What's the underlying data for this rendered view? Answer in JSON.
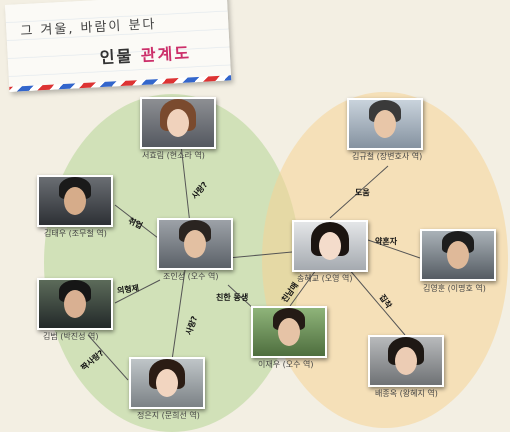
{
  "title": {
    "line1": "그 겨울, 바람이 분다",
    "line2_prefix": "인물 ",
    "line2_highlight": "관계도"
  },
  "colors": {
    "green_group": "#b5d696",
    "orange_group": "#f5d496",
    "line": "#555555"
  },
  "characters": [
    {
      "id": "seo",
      "name": "서효림 (현소라 역)",
      "photo_icon": "woman-portrait"
    },
    {
      "id": "kimtaewoo",
      "name": "김태우 (조무철 역)",
      "photo_icon": "man-portrait"
    },
    {
      "id": "jo",
      "name": "조인성 (오수 역)",
      "photo_icon": "man-portrait"
    },
    {
      "id": "kimbeom",
      "name": "김범 (박진성 역)",
      "photo_icon": "man-portrait"
    },
    {
      "id": "jung",
      "name": "정은지 (문희선 역)",
      "photo_icon": "woman-portrait"
    },
    {
      "id": "kimgyu",
      "name": "김규철 (장변호사 역)",
      "photo_icon": "man-glasses-portrait"
    },
    {
      "id": "song",
      "name": "송혜교 (오영 역)",
      "photo_icon": "woman-portrait"
    },
    {
      "id": "kimyoung",
      "name": "김영훈 (이명호 역)",
      "photo_icon": "man-glasses-portrait"
    },
    {
      "id": "lee",
      "name": "이재우 (오수 역)",
      "photo_icon": "man-portrait"
    },
    {
      "id": "bae",
      "name": "배종옥 (왕혜지 역)",
      "photo_icon": "woman-portrait"
    }
  ],
  "relations": [
    {
      "id": "seo-jo",
      "label": "사랑?"
    },
    {
      "id": "kimtaewoo-jo",
      "label": "취업"
    },
    {
      "id": "kimbeom-jo",
      "label": "의형제"
    },
    {
      "id": "jo-jung",
      "label": "사랑?"
    },
    {
      "id": "kimbeom-jung",
      "label": "짝사랑?"
    },
    {
      "id": "jo-song",
      "label": "친한 동생"
    },
    {
      "id": "lee-song",
      "label": "친남매"
    },
    {
      "id": "kimgyu-song",
      "label": "도움"
    },
    {
      "id": "song-kimyoung",
      "label": "약혼자"
    },
    {
      "id": "song-bae",
      "label": "집착"
    }
  ]
}
